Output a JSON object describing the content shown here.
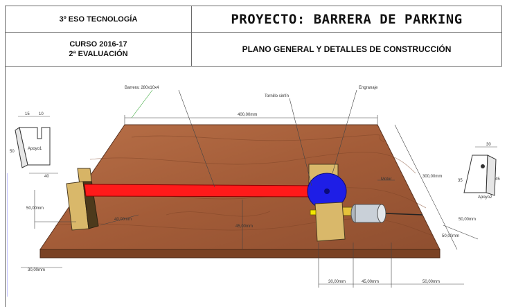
{
  "header": {
    "course_title": "3º ESO TECNOLOGÍA",
    "project_title": "PROYECTO: BARRERA DE PARKING",
    "course_year": "CURSO 2016-17",
    "evaluation": "2ª EVALUACIÓN",
    "subtitle": "PLANO GENERAL Y DETALLES DE CONSTRUCCIÓN"
  },
  "drawing": {
    "labels": {
      "barrera": "Barrera: 280x10x4",
      "tornillo": "Tornillo sinfín",
      "engranaje": "Engranaje",
      "motor": "Motor",
      "apoyo1": "Apoyo1",
      "apoyo2": "Apoyo2"
    },
    "dimensions": {
      "board_width": "400,00mm",
      "board_depth": "300,00mm",
      "support_height": "50,00mm",
      "barrier_dist": "40,00mm",
      "center_height": "45,00mm",
      "front_offset": "30,00mm",
      "motor_side": "50,00mm",
      "bottom_a": "30,00mm",
      "bottom_b": "45,00mm",
      "bottom_c": "50,00mm",
      "right_side": "50,00mm",
      "a1_top1": "15",
      "a1_top2": "10",
      "a1_side": "50",
      "a1_bottom": "40",
      "a2_top": "30",
      "a2_side1": "35",
      "a2_side2": "45"
    },
    "colors": {
      "wood": "#a8623d",
      "barrier": "#ff1a1a",
      "gear": "#1e1ee6",
      "support": "#d9b86a",
      "motor": "#c9d0d8"
    }
  }
}
